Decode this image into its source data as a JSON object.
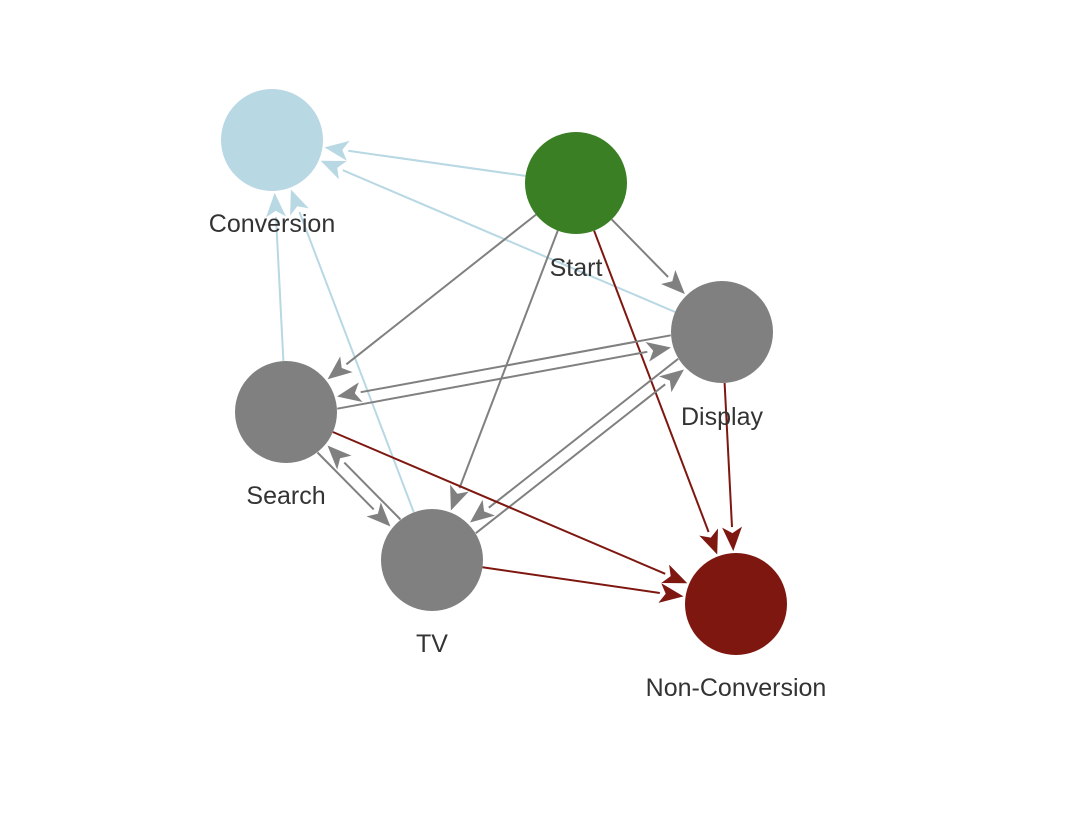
{
  "colors": {
    "start": "#3a7f24",
    "conversion": "#b8d8e4",
    "channel": "#808080",
    "non_conversion": "#7e1710",
    "edge_gray": "#808080",
    "edge_blue": "#b8d8e4",
    "edge_red": "#7e1710",
    "label": "#333333"
  },
  "nodes": [
    {
      "id": "conversion",
      "label": "Conversion",
      "kind": "conversion"
    },
    {
      "id": "start",
      "label": "Start",
      "kind": "start"
    },
    {
      "id": "display",
      "label": "Display",
      "kind": "channel"
    },
    {
      "id": "search",
      "label": "Search",
      "kind": "channel"
    },
    {
      "id": "tv",
      "label": "TV",
      "kind": "channel"
    },
    {
      "id": "non_conversion",
      "label": "Non-Conversion",
      "kind": "non_conversion"
    }
  ],
  "edges": [
    {
      "from": "start",
      "to": "conversion",
      "color": "blue"
    },
    {
      "from": "display",
      "to": "conversion",
      "color": "blue"
    },
    {
      "from": "search",
      "to": "conversion",
      "color": "blue"
    },
    {
      "from": "tv",
      "to": "conversion",
      "color": "blue"
    },
    {
      "from": "start",
      "to": "display",
      "color": "gray"
    },
    {
      "from": "start",
      "to": "search",
      "color": "gray"
    },
    {
      "from": "start",
      "to": "tv",
      "color": "gray"
    },
    {
      "from": "start",
      "to": "non_conversion",
      "color": "red"
    },
    {
      "from": "display",
      "to": "search",
      "color": "gray"
    },
    {
      "from": "search",
      "to": "display",
      "color": "gray"
    },
    {
      "from": "display",
      "to": "tv",
      "color": "gray"
    },
    {
      "from": "tv",
      "to": "display",
      "color": "gray"
    },
    {
      "from": "search",
      "to": "tv",
      "color": "gray"
    },
    {
      "from": "tv",
      "to": "search",
      "color": "gray"
    },
    {
      "from": "display",
      "to": "non_conversion",
      "color": "red"
    },
    {
      "from": "search",
      "to": "non_conversion",
      "color": "red"
    },
    {
      "from": "tv",
      "to": "non_conversion",
      "color": "red"
    }
  ]
}
